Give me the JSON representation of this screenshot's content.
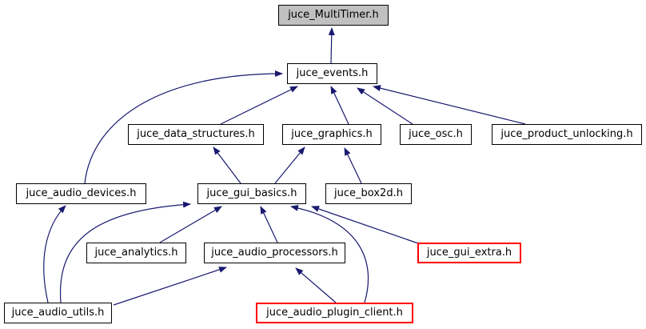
{
  "graph": {
    "kind": "include-dependency-graph",
    "root": "juce_MultiTimer.h",
    "colors": {
      "edge": "#191970",
      "border": "#000000",
      "red_border": "#ff0000",
      "main_fill": "#c0c0c0",
      "background": "#ffffff",
      "text": "#000000"
    },
    "nodes": [
      {
        "label": "juce_MultiTimer.h",
        "style": "main"
      },
      {
        "label": "juce_events.h",
        "style": "default"
      },
      {
        "label": "juce_data_structures.h",
        "style": "default"
      },
      {
        "label": "juce_graphics.h",
        "style": "default"
      },
      {
        "label": "juce_osc.h",
        "style": "default"
      },
      {
        "label": "juce_product_unlocking.h",
        "style": "default"
      },
      {
        "label": "juce_audio_devices.h",
        "style": "default"
      },
      {
        "label": "juce_gui_basics.h",
        "style": "default"
      },
      {
        "label": "juce_box2d.h",
        "style": "default"
      },
      {
        "label": "juce_analytics.h",
        "style": "default"
      },
      {
        "label": "juce_audio_processors.h",
        "style": "default"
      },
      {
        "label": "juce_gui_extra.h",
        "style": "red"
      },
      {
        "label": "juce_audio_utils.h",
        "style": "default"
      },
      {
        "label": "juce_audio_plugin_client.h",
        "style": "red"
      }
    ],
    "edges": [
      {
        "from": "juce_events.h",
        "to": "juce_MultiTimer.h",
        "relation": "includes"
      },
      {
        "from": "juce_data_structures.h",
        "to": "juce_events.h",
        "relation": "includes"
      },
      {
        "from": "juce_graphics.h",
        "to": "juce_events.h",
        "relation": "includes"
      },
      {
        "from": "juce_osc.h",
        "to": "juce_events.h",
        "relation": "includes"
      },
      {
        "from": "juce_product_unlocking.h",
        "to": "juce_events.h",
        "relation": "includes"
      },
      {
        "from": "juce_audio_devices.h",
        "to": "juce_events.h",
        "relation": "includes"
      },
      {
        "from": "juce_gui_basics.h",
        "to": "juce_data_structures.h",
        "relation": "includes"
      },
      {
        "from": "juce_gui_basics.h",
        "to": "juce_graphics.h",
        "relation": "includes"
      },
      {
        "from": "juce_box2d.h",
        "to": "juce_graphics.h",
        "relation": "includes"
      },
      {
        "from": "juce_analytics.h",
        "to": "juce_gui_basics.h",
        "relation": "includes"
      },
      {
        "from": "juce_audio_processors.h",
        "to": "juce_gui_basics.h",
        "relation": "includes"
      },
      {
        "from": "juce_gui_extra.h",
        "to": "juce_gui_basics.h",
        "relation": "includes"
      },
      {
        "from": "juce_audio_plugin_client.h",
        "to": "juce_gui_basics.h",
        "relation": "includes"
      },
      {
        "from": "juce_audio_utils.h",
        "to": "juce_audio_devices.h",
        "relation": "includes"
      },
      {
        "from": "juce_audio_utils.h",
        "to": "juce_gui_basics.h",
        "relation": "includes"
      },
      {
        "from": "juce_audio_utils.h",
        "to": "juce_audio_processors.h",
        "relation": "includes"
      },
      {
        "from": "juce_audio_plugin_client.h",
        "to": "juce_audio_processors.h",
        "relation": "includes"
      }
    ]
  }
}
